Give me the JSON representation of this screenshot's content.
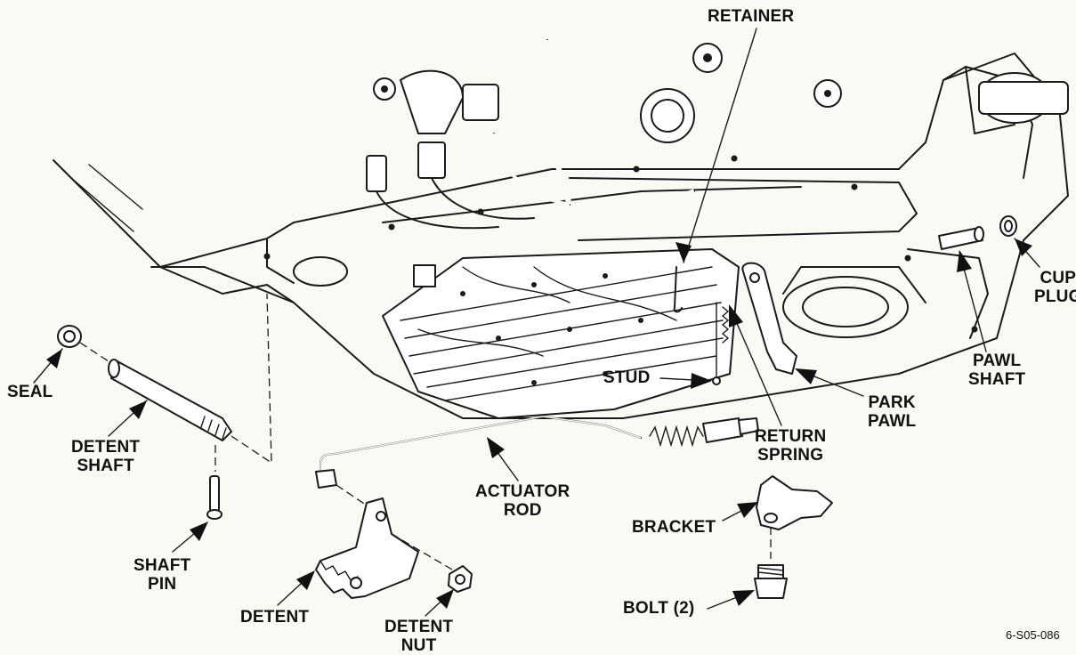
{
  "labels": {
    "retainer": "RETAINER",
    "cup_plug": "CUP\nPLUG",
    "seal": "SEAL",
    "detent_shaft": "DETENT\nSHAFT",
    "stud": "STUD",
    "park_pawl": "PARK\nPAWL",
    "pawl_shaft": "PAWL\nSHAFT",
    "return_spring": "RETURN\nSPRING",
    "actuator_rod": "ACTUATOR\nROD",
    "bracket": "BRACKET",
    "shaft_pin": "SHAFT\nPIN",
    "detent": "DETENT",
    "detent_nut": "DETENT\nNUT",
    "bolt": "BOLT (2)"
  },
  "figure_code": "6-S05-086",
  "colors": {
    "ink": "#1a1a1a",
    "paper": "#fbf9f3"
  }
}
